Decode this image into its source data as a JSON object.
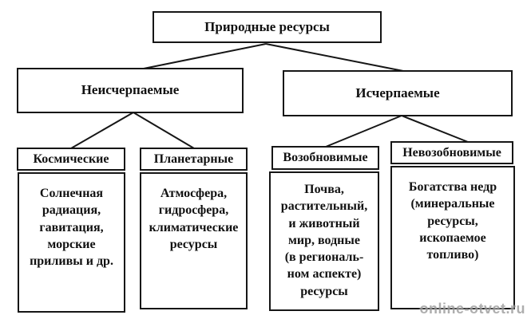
{
  "tree": {
    "root": {
      "label": "Природные ресурсы"
    },
    "branches": [
      {
        "label": "Неисчерпаемые",
        "children": [
          {
            "header": "Космические",
            "items": "Солнечная\nрадиация,\nгавитация,\nморские\nприливы и др."
          },
          {
            "header": "Планетарные",
            "items": "Атмосфера,\nгидросфера,\nклиматические\nресурсы"
          }
        ]
      },
      {
        "label": "Исчерпаемые",
        "children": [
          {
            "header": "Возобновимые",
            "items": "Почва,\nрастительный,\nи животный\nмир, водные\n(в региональ-\nном аспекте)\nресурсы"
          },
          {
            "header": "Невозобновимые",
            "items": "Богатства недр\n(минеральные\nресурсы,\nископаемое\nтопливо)"
          }
        ]
      }
    ]
  },
  "watermark": {
    "text": "online-otvet.ru"
  }
}
